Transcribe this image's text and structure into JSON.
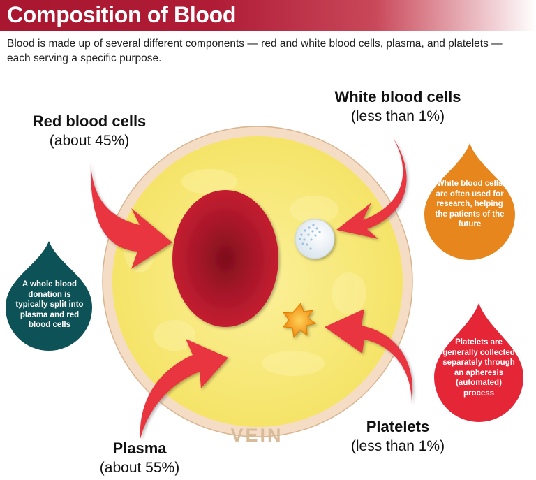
{
  "header": {
    "title": "Composition of Blood"
  },
  "intro": "Blood is made up of several different components — red and white blood cells, plasma, and platelets — each serving a specific purpose.",
  "components": {
    "red": {
      "name": "Red blood cells",
      "pct": "(about 45%)"
    },
    "white": {
      "name": "White blood cells",
      "pct": "(less than 1%)"
    },
    "plasma": {
      "name": "Plasma",
      "pct": "(about 55%)"
    },
    "platelets": {
      "name": "Platelets",
      "pct": "(less than 1%)"
    }
  },
  "notes": {
    "whole_blood": "A whole blood donation is typically split into plasma and red blood cells",
    "white_cells": "White blood cells are often used for research, helping the patients of the future",
    "platelets": "Platelets are generally collected separately through an apheresis (automated) process"
  },
  "vein_label": "VEIN",
  "colors": {
    "header": "#a8162f",
    "arrow": "#e8363f",
    "plasma": "#f8e97a",
    "vein_ring": "#f4ddc4",
    "red_cell": "#b3162a",
    "drop_teal": "#0d5257",
    "drop_orange": "#e8861e",
    "drop_red": "#e42636"
  }
}
